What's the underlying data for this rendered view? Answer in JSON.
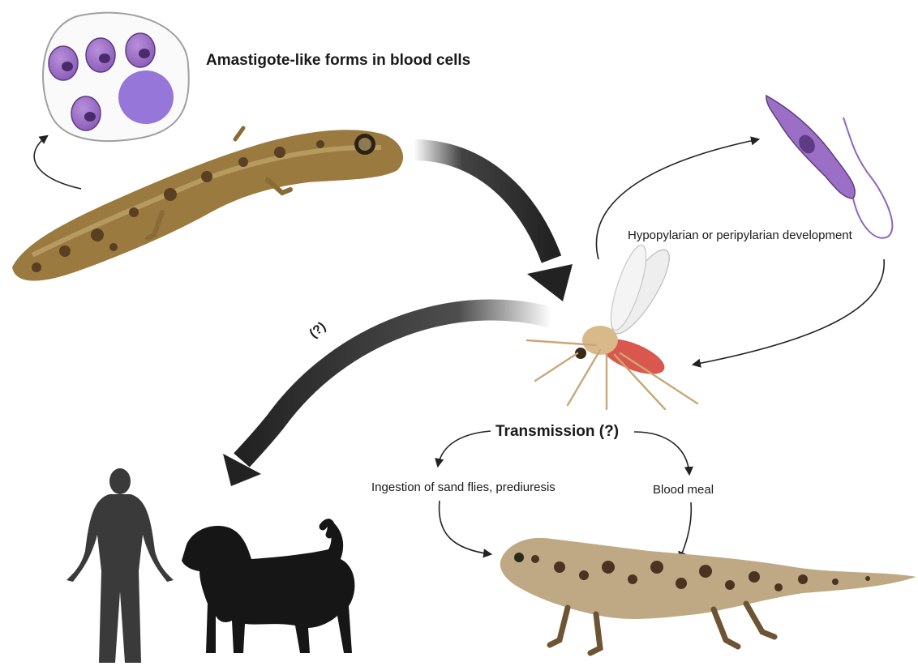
{
  "labels": {
    "amastigote_forms": "Amastigote-like forms in blood cells",
    "development": "Hypopylarian or peripylarian development",
    "transmission": "Transmission (?)",
    "ingestion": "Ingestion of sand flies, prediuresis",
    "blood_meal": "Blood meal",
    "uncertain_mark": "(?)"
  },
  "colors": {
    "arrow_dark": "#222222",
    "parasite_purple": "#9b6fc6",
    "parasite_outline": "#5e3b82",
    "gecko_brown": "#9a7a3e",
    "gecko_spots": "#5a3f22",
    "sandfly_body": "#d9b98a",
    "sandfly_abdomen": "#d9574c",
    "silhouette": "#3a3a3a",
    "dog_black": "#161616"
  },
  "icons": [
    "blood-cell-cluster-icon",
    "wall-gecko-icon",
    "promastigote-icon",
    "sand-fly-icon",
    "human-silhouette-icon",
    "dog-silhouette-icon",
    "ground-gecko-icon"
  ]
}
